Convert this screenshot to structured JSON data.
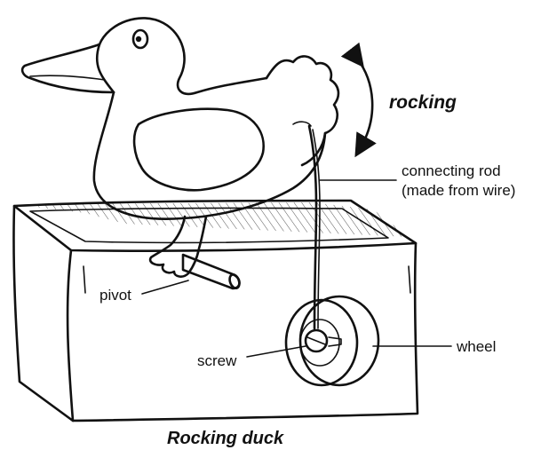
{
  "labels": {
    "rocking": "rocking",
    "connecting_rod_line1": "connecting rod",
    "connecting_rod_line2": "(made from wire)",
    "pivot": "pivot",
    "screw": "screw",
    "wheel": "wheel"
  },
  "caption": "Rocking duck"
}
